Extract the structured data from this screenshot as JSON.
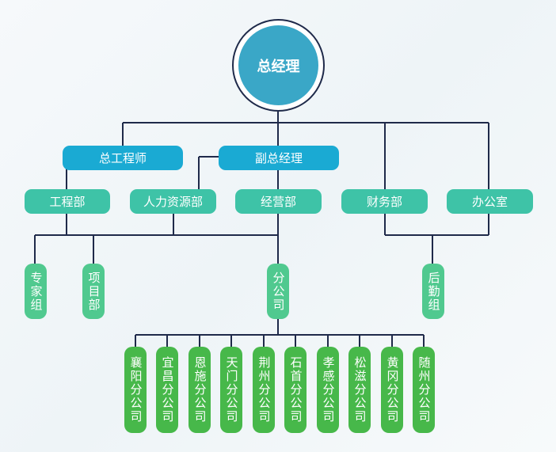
{
  "ceo": "总经理",
  "level1": {
    "chief_engineer": "总工程师",
    "deputy_gm": "副总经理"
  },
  "departments": {
    "engineering": "工程部",
    "hr": "人力资源部",
    "operations": "经营部",
    "finance": "财务部",
    "office": "办公室"
  },
  "units": {
    "experts": "专家组",
    "projects": "项目部",
    "branches": "分公司",
    "logistics": "后勤组"
  },
  "branch_offices": [
    "襄阳分公司",
    "宜昌分公司",
    "恩施分公司",
    "天门分公司",
    "荆州分公司",
    "石首分公司",
    "孝感分公司",
    "松滋分公司",
    "黄冈分公司",
    "随州分公司"
  ],
  "colors": {
    "line": "#1f2a4a",
    "ceo_fill": "#3aa7c7",
    "level1_fill": "#1aaad3",
    "department_fill": "#3ec3a7",
    "unit_fill": "#50c98f",
    "branch_fill": "#47b84a"
  }
}
